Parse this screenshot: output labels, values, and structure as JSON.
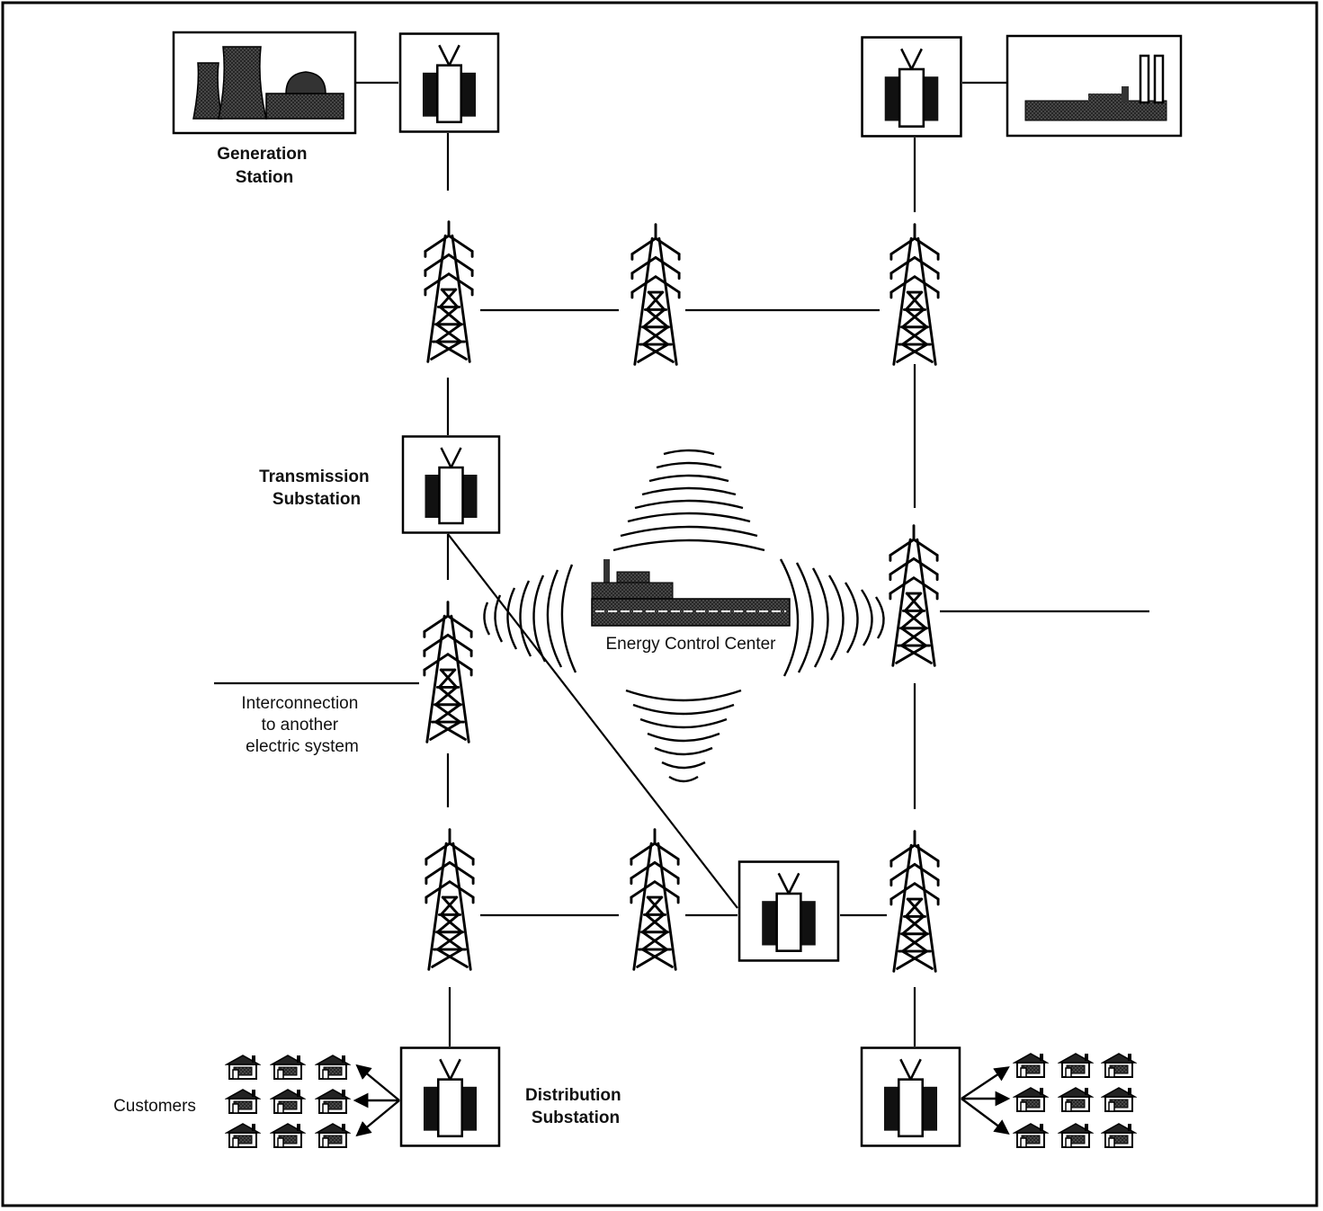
{
  "labels": {
    "generation_station": [
      "Generation",
      "Station"
    ],
    "transmission_substation": [
      "Transmission",
      "Substation"
    ],
    "energy_control_center": "Energy Control Center",
    "interconnection": [
      "Interconnection",
      "to another",
      "electric system"
    ],
    "customers": "Customers",
    "distribution_substation": [
      "Distribution",
      "Substation"
    ]
  },
  "icons": {
    "transformer": "transformer-icon",
    "tower": "transmission-tower-icon",
    "power_plant": "power-plant-icon",
    "factory": "factory-icon",
    "control_center": "control-center-building-icon",
    "house": "house-icon",
    "signal": "radio-signal-waves-icon"
  },
  "colors": {
    "ink": "#000000",
    "background": "#ffffff"
  }
}
